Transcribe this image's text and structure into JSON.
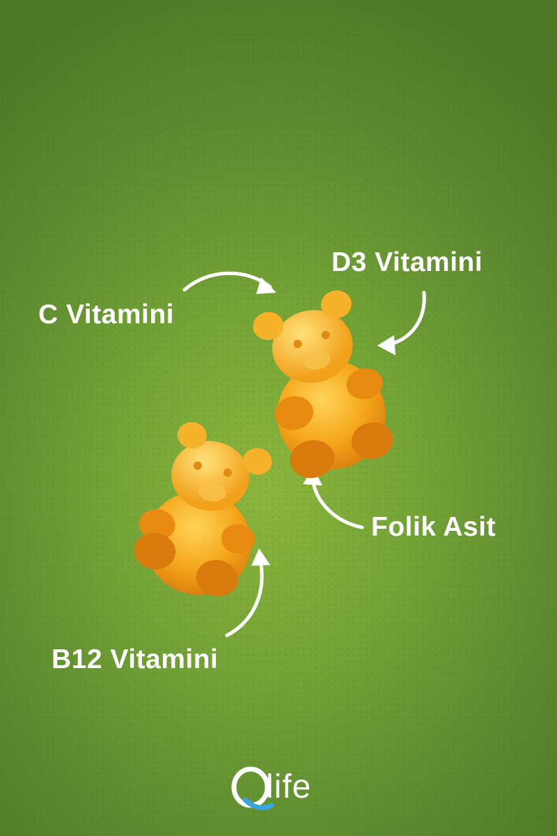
{
  "labels": {
    "c_vitamini": "C Vitamini",
    "d3_vitamini": "D3 Vitamini",
    "folik_asit": "Folik Asit",
    "b12_vitamini": "B12 Vitamini"
  },
  "brand": {
    "logo_mark": "Q",
    "logo_text": "life"
  },
  "colors": {
    "background": "#74a336",
    "gummy": "#f0a21a",
    "text": "#ffffff",
    "logo_accent": "#3aa6e0"
  },
  "icons": [
    "curved-arrow-icon",
    "gummy-bear-image"
  ]
}
